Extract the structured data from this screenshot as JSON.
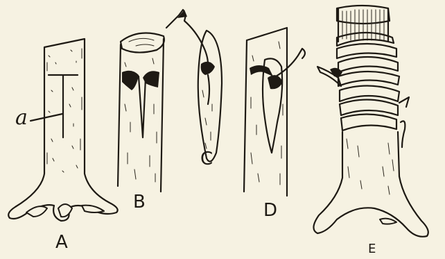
{
  "figure": {
    "panels": [
      {
        "id": "A",
        "label": "A",
        "pointer_label": "a"
      },
      {
        "id": "B",
        "label": "B"
      },
      {
        "id": "C",
        "label": "C"
      },
      {
        "id": "D",
        "label": "D"
      },
      {
        "id": "E",
        "label": "E"
      }
    ]
  }
}
